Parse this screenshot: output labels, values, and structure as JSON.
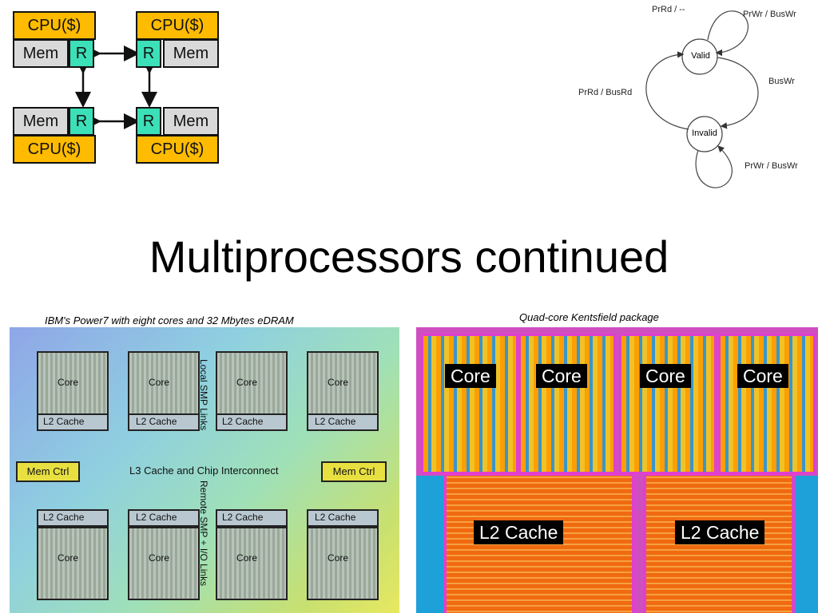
{
  "mesh": {
    "cpu_label": "CPU($)",
    "mem_label": "Mem",
    "router_label": "R"
  },
  "state_diagram": {
    "states": [
      "Valid",
      "Invalid"
    ],
    "transitions": {
      "valid_self_read": "PrRd / --",
      "valid_self_write": "PrWr / BusWr",
      "invalid_to_valid": "PrRd / BusRd",
      "valid_to_invalid": "BusWr",
      "invalid_self": "PrWr / BusWr"
    }
  },
  "slide": {
    "title": "Multiprocessors continued"
  },
  "power7": {
    "caption": "IBM's Power7 with eight cores and 32 Mbytes eDRAM",
    "core_label": "Core",
    "l2_label": "L2 Cache",
    "mem_ctrl_label": "Mem Ctrl",
    "l3_label": "L3 Cache and Chip Interconnect",
    "local_smp_label": "Local SMP Links",
    "remote_smp_label": "Remote SMP + I/O Links"
  },
  "kentsfield": {
    "caption": "Quad-core Kentsfield package",
    "core_label": "Core",
    "l2_label": "L2 Cache"
  }
}
